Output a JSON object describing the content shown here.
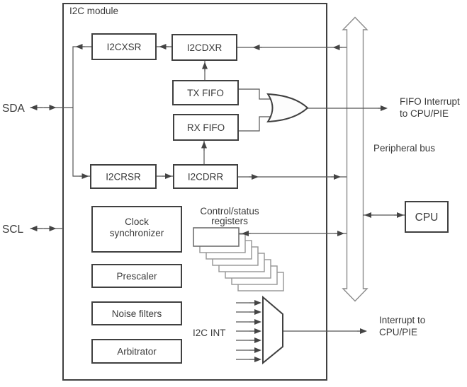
{
  "title": "I2C module",
  "pins": {
    "sda": "SDA",
    "scl": "SCL"
  },
  "blocks": {
    "i2cxsr": "I2CXSR",
    "i2cdxr": "I2CDXR",
    "tx_fifo": "TX FIFO",
    "rx_fifo": "RX FIFO",
    "i2crsr": "I2CRSR",
    "i2cdrr": "I2CDRR",
    "clock_sync": {
      "line1": "Clock",
      "line2": "synchronizer"
    },
    "prescaler": "Prescaler",
    "noise_filters": "Noise filters",
    "arbitrator": "Arbitrator",
    "cpu": "CPU"
  },
  "labels": {
    "registers": {
      "line1": "Control/status",
      "line2": "registers"
    },
    "peripheral_bus": "Peripheral bus",
    "fifo_interrupt": {
      "line1": "FIFO Interrupt",
      "line2": "to CPU/PIE"
    },
    "interrupt": {
      "line1": "Interrupt to",
      "line2": "CPU/PIE"
    },
    "i2c_int": "I2C INT"
  },
  "colors": {
    "box_border": "#404040",
    "line": "#4d4d4d",
    "bus_outline": "#8a8a8a",
    "text": "#3a3a3a",
    "background": "#ffffff"
  }
}
